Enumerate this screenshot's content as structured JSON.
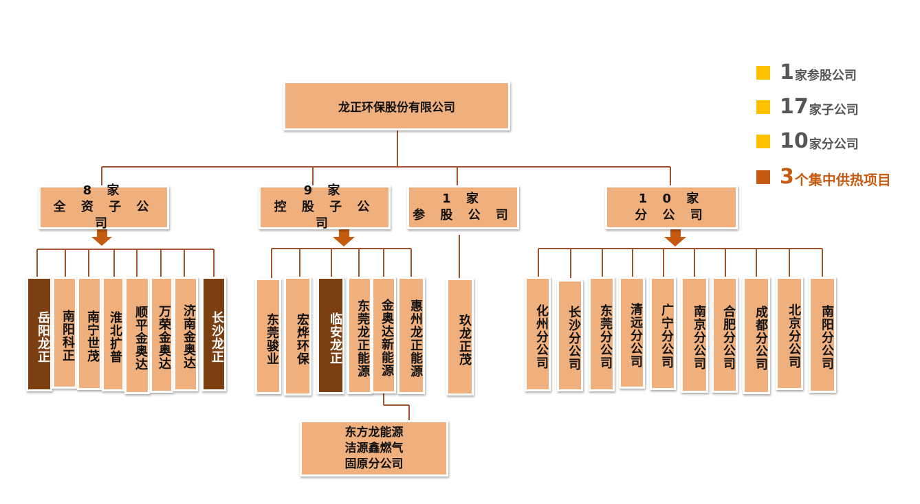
{
  "root": "龙正环保股份有限公司",
  "categories": {
    "wholly_owned": {
      "count": "8 家",
      "label": "全 资 子 公 司"
    },
    "holding": {
      "count": "9 家",
      "label": "控 股 子 公 司"
    },
    "participating": {
      "count": "1 家",
      "label": "参 股 公 司"
    },
    "branches": {
      "count": "1 0 家",
      "label": "分 公 司"
    }
  },
  "wholly_owned_items": [
    "岳阳龙正",
    "南阳科正",
    "南宁世茂",
    "淮北扩普",
    "顺平金奥达",
    "万荣金奥达",
    "济南金奥达",
    "长沙龙正"
  ],
  "holding_items": [
    "东莞骏业",
    "宏烨环保",
    "临安龙正",
    "东莞龙正能源",
    "金奥达新能源",
    "惠州龙正能源"
  ],
  "participating_items": [
    "玖龙正茂"
  ],
  "branch_items": [
    "化州分公司",
    "长沙分公司",
    "东莞分公司",
    "清远分公司",
    "广宁分公司",
    "南京分公司",
    "合肥分公司",
    "成都分公司",
    "北京分公司",
    "南阳分公司"
  ],
  "sub_box": [
    "东方龙能源",
    "洁源鑫燃气",
    "固原分公司"
  ],
  "legend": [
    {
      "num": "1",
      "text": "家参股公司",
      "color": "#FFC000"
    },
    {
      "num": "17",
      "text": "家子公司",
      "color": "#FFC000"
    },
    {
      "num": "10",
      "text": "家分公司",
      "color": "#FFC000"
    },
    {
      "num": "3",
      "text": "个集中供热项目",
      "color": "#C55A11"
    }
  ],
  "colors": {
    "box": "#EFB07E",
    "dark_box": "#7B3F11",
    "line": "#A0522D",
    "arrow": "#C55A11"
  }
}
